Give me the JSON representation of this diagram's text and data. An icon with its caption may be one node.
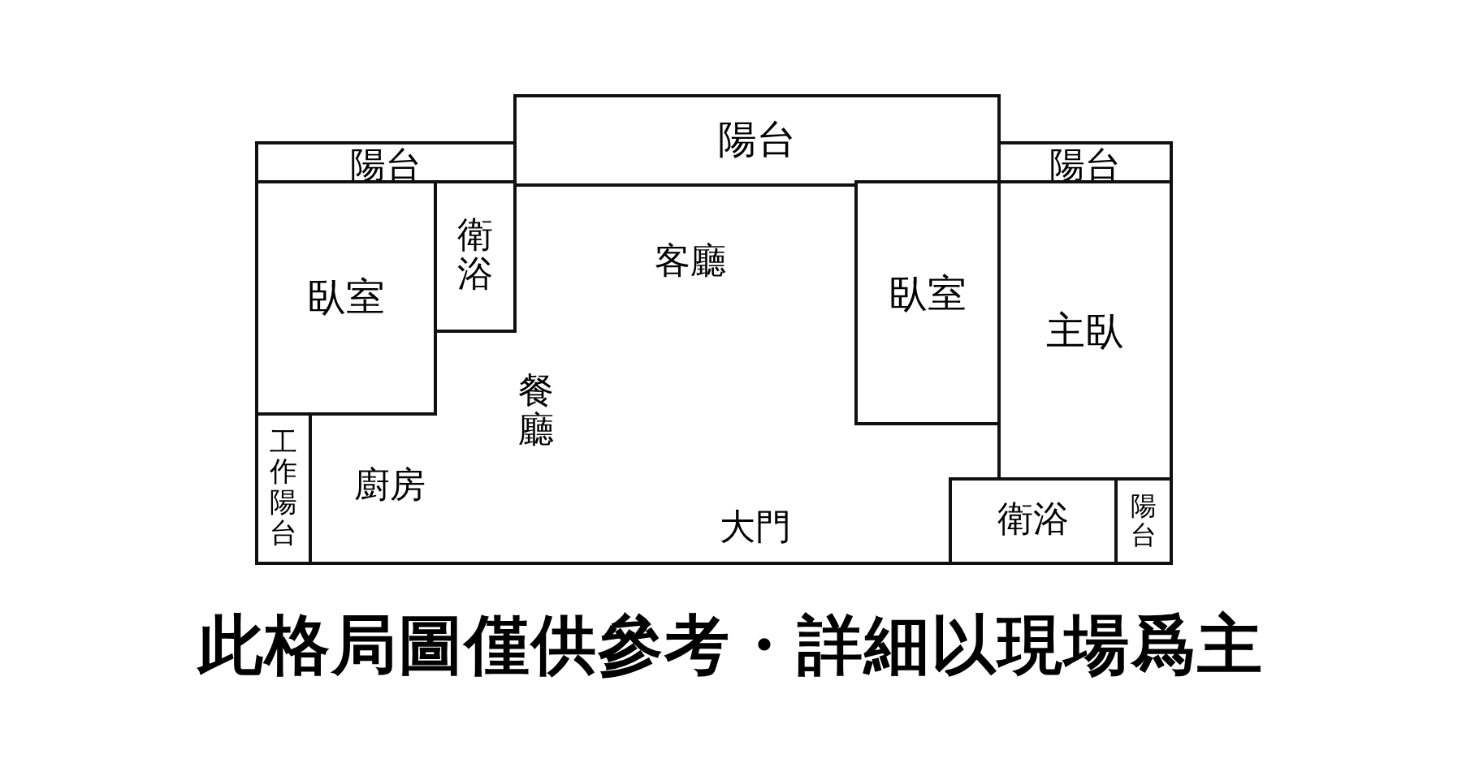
{
  "diagram": {
    "caption": "此格局圖僅供參考・詳細以現場爲主",
    "nodes": [
      {
        "text": [
          "陽台"
        ]
      },
      {
        "text": [
          "陽台"
        ]
      },
      {
        "text": [
          "陽台"
        ]
      },
      {
        "text": [
          "臥室"
        ]
      },
      {
        "text": [
          "衛浴"
        ]
      },
      {
        "text": [
          "工作陽台"
        ]
      },
      {
        "text": [
          "臥室"
        ]
      },
      {
        "text": [
          "主臥"
        ]
      },
      {
        "text": [
          "衛浴"
        ]
      },
      {
        "text": [
          "陽台"
        ]
      }
    ],
    "labels": [
      "客廳",
      "餐廳",
      "廚房",
      "大門"
    ]
  }
}
